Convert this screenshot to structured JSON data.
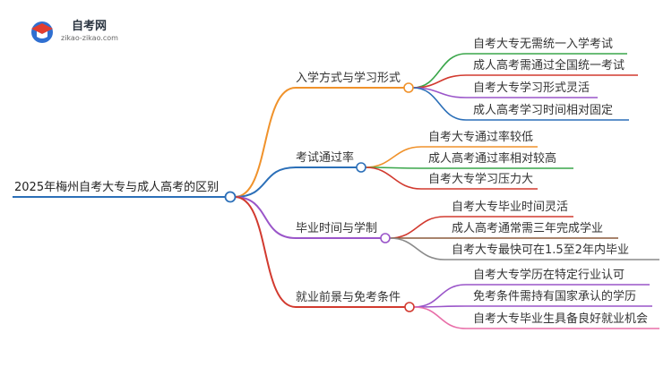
{
  "logo": {
    "name": "自考网",
    "url": "zikao-zikao.com",
    "icon": "graduation-cap-icon"
  },
  "root": {
    "label": "2025年梅州自考大专与成人高考的区别"
  },
  "branches": [
    {
      "label": "入学方式与学习形式",
      "color": "#f0922b",
      "children": [
        {
          "label": "自考大专无需统一入学考试",
          "color": "#3aa64a"
        },
        {
          "label": "成人高考需通过全国统一考试",
          "color": "#d23a2f"
        },
        {
          "label": "自考大专学习形式灵活",
          "color": "#9a55c9"
        },
        {
          "label": "成人高考学习时间相对固定",
          "color": "#2b6fb8"
        }
      ]
    },
    {
      "label": "考试通过率",
      "color": "#2b6fb8",
      "children": [
        {
          "label": "自考大专通过率较低",
          "color": "#f0922b"
        },
        {
          "label": "成人高考通过率相对较高",
          "color": "#3aa64a"
        },
        {
          "label": "自考大专学习压力大",
          "color": "#d23a2f"
        }
      ]
    },
    {
      "label": "毕业时间与学制",
      "color": "#9a55c9",
      "children": [
        {
          "label": "自考大专毕业时间灵活",
          "color": "#d23a2f"
        },
        {
          "label": "成人高考通常需三年完成学业",
          "color": "#8c5a3c"
        },
        {
          "label": "自考大专最快可在1.5至2年内毕业",
          "color": "#8a8a8a"
        }
      ]
    },
    {
      "label": "就业前景与免考条件",
      "color": "#d23a2f",
      "children": [
        {
          "label": "自考大专学历在特定行业认可",
          "color": "#9a55c9"
        },
        {
          "label": "免考条件需持有国家承认的学历",
          "color": "#9a55c9"
        },
        {
          "label": "自考大专毕业生具备良好就业机会",
          "color": "#e86ea8"
        }
      ]
    }
  ]
}
